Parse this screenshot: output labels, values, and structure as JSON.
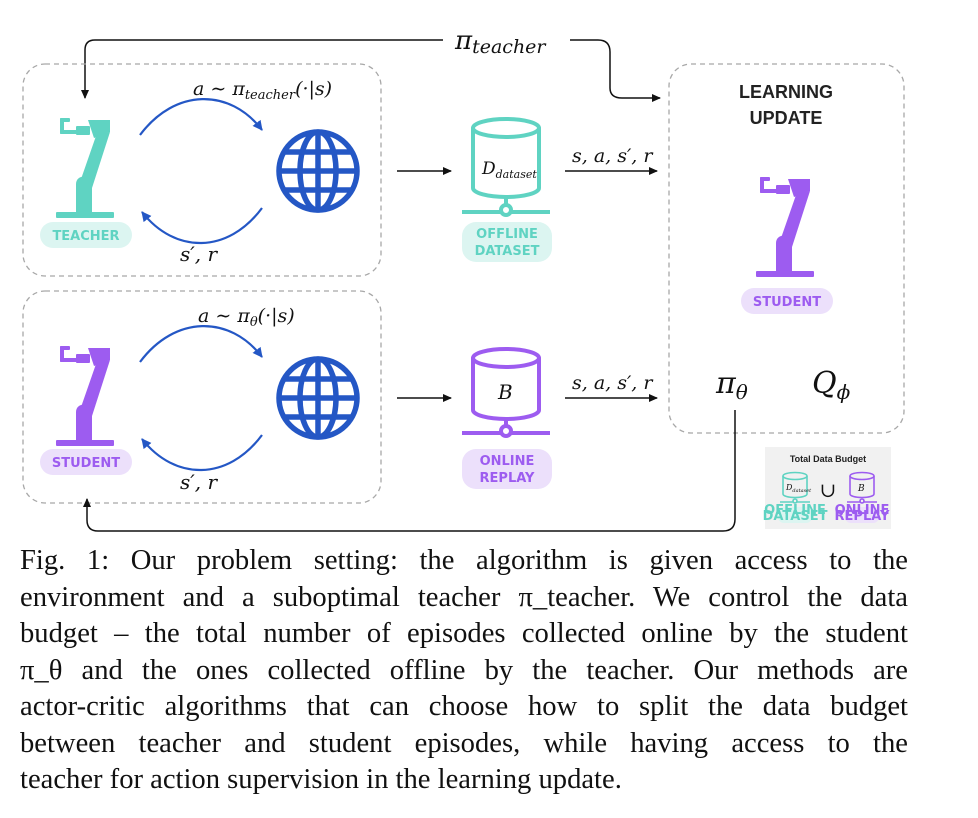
{
  "diagram": {
    "top_label": "π_teacher",
    "teacher_box": {
      "action_label_prefix": "a ∼ π",
      "action_label_sub": "teacher",
      "action_label_suffix": "(·|s)",
      "feedback_label": "s′, r",
      "pill": "TEACHER"
    },
    "student_box": {
      "action_label_prefix": "a ∼ π",
      "action_label_sub": "θ",
      "action_label_suffix": "(·|s)",
      "feedback_label": "s′, r",
      "pill": "STUDENT"
    },
    "offline_dataset": {
      "symbol": "D",
      "symbol_sub": "dataset",
      "pill_line1": "OFFLINE",
      "pill_line2": "DATASET"
    },
    "online_replay": {
      "symbol": "B",
      "pill_line1": "ONLINE",
      "pill_line2": "REPLAY"
    },
    "transition_label_top": "s, a, s′, r",
    "transition_label_bottom": "s, a, s′, r",
    "learning_update": {
      "title_line1": "LEARNING",
      "title_line2": "UPDATE",
      "pill": "STUDENT",
      "policy_symbol": "π",
      "policy_sub": "θ",
      "critic_symbol": "Q",
      "critic_sub": "ϕ"
    },
    "inset": {
      "title": "Total Data Budget",
      "union": "∪",
      "left_symbol": "D",
      "left_sub": "dataset",
      "right_symbol": "B",
      "left_pill_line1": "OFFLINE",
      "left_pill_line2": "DATASET",
      "right_pill_line1": "ONLINE",
      "right_pill_line2": "REPLAY"
    },
    "colors": {
      "teacher": "#5fd3c2",
      "teacher_pill_bg": "#dcf5f1",
      "student": "#9d5cf0",
      "student_pill_bg": "#ece0fb",
      "globe_arrows": "#2457c5",
      "box_border": "#a8a8a8"
    },
    "icons": [
      "robot-arm-icon",
      "globe-icon",
      "database-icon"
    ]
  },
  "caption": {
    "lines": [
      "Fig. 1: Our problem setting: the algorithm is given access to the",
      "environment and a suboptimal teacher π_teacher. We control the data",
      "budget – the total number of episodes collected online by the student",
      "π_θ and the ones collected offline by the teacher. Our methods are",
      "actor-critic algorithms that can choose how to split the data budget",
      "between teacher and student episodes, while having access to the",
      "teacher for action supervision in the learning update."
    ]
  }
}
